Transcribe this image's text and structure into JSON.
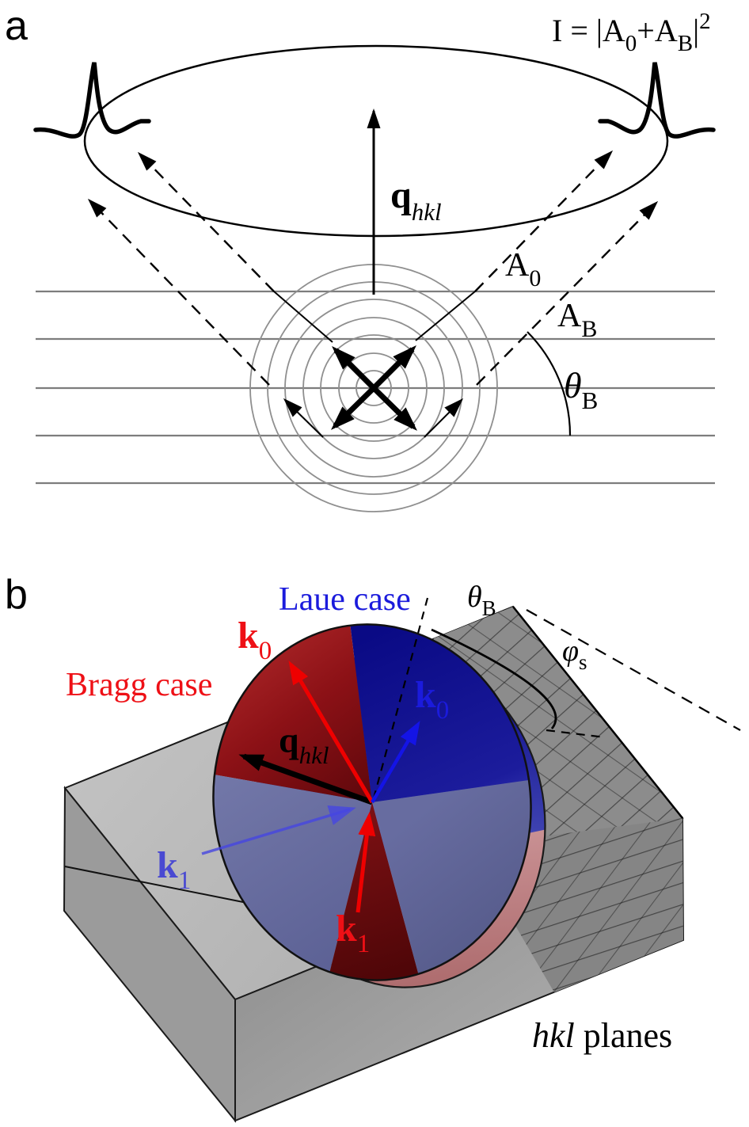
{
  "figure": {
    "panel_a": {
      "panel_label": "a",
      "formula": {
        "p1": "I = |A",
        "s1": "0",
        "p2": "+A",
        "s2": "B",
        "p3": "|",
        "sup": "2"
      },
      "q_vector": {
        "base": "q",
        "sub": "hkl"
      },
      "beam_a0": {
        "base": "A",
        "sub": "0"
      },
      "beam_ab": {
        "base": "A",
        "sub": "B"
      },
      "bragg_angle": {
        "base": "θ",
        "sub": "B"
      },
      "crystal_plane_count": 5,
      "wavefront_ring_count": 7
    },
    "panel_b": {
      "panel_label": "b",
      "laue_label": "Laue case",
      "bragg_label": "Bragg case",
      "k0_bragg": {
        "base": "k",
        "sub": "0"
      },
      "k0_laue": {
        "base": "k",
        "sub": "0"
      },
      "k1_laue": {
        "base": "k",
        "sub": "1"
      },
      "k1_bragg": {
        "base": "k",
        "sub": "1"
      },
      "q_vector": {
        "base": "q",
        "sub": "hkl"
      },
      "bragg_angle": {
        "base": "θ",
        "sub": "B"
      },
      "surface_angle": {
        "base": "φ",
        "sub": "s"
      },
      "planes_label": {
        "italic": "hkl",
        "rest": " planes"
      }
    },
    "colors": {
      "red_label": "#ee1016",
      "blue_label": "#1b1bdc",
      "blue_light_label": "#4a4ad2",
      "black": "#000000",
      "sector_red_dark": "#5c070b",
      "sector_red_bright": "#c03434",
      "sector_navy": "#0a0a85",
      "sector_slate": "#666b9d",
      "sector_pink": "#c4888a",
      "block_top": "#b9b9b9",
      "block_left": "#9b9b9b",
      "block_front": "#a9a9a9",
      "slab_gray": "#8c8c8c",
      "plane_line": "#7d7d7d",
      "ring_line": "#8f8f8f"
    }
  }
}
